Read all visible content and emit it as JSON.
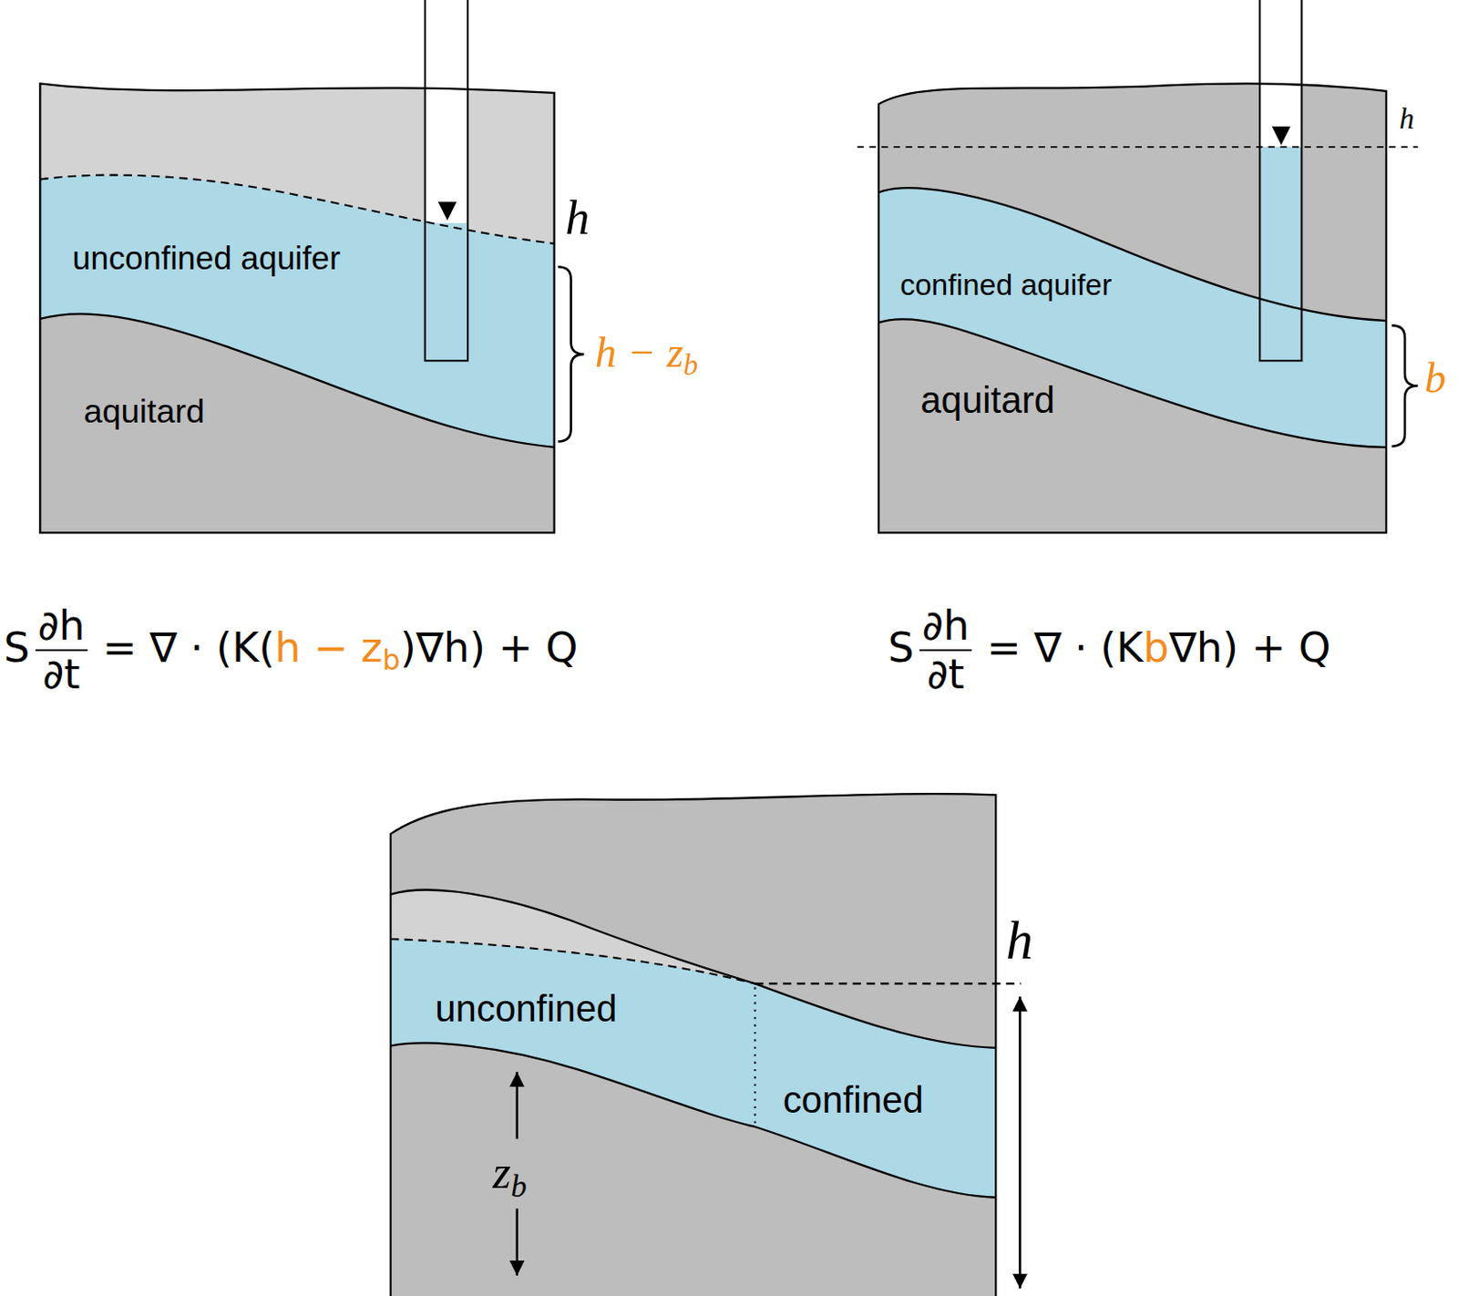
{
  "diagram": {
    "nodes": [
      {
        "text": [
          "unconfined aquifer"
        ]
      },
      {
        "text": [
          "aquitard"
        ]
      },
      {
        "text": [
          "confined aquifer"
        ]
      },
      {
        "text": [
          "aquitard"
        ]
      },
      {
        "text": [
          "unconfined"
        ]
      },
      {
        "text": [
          "confined"
        ]
      }
    ],
    "labels": [
      "h",
      "h − z",
      "b",
      "S",
      "∂h",
      "∂t",
      "= ∇ · (K(",
      "h − z",
      "b",
      ")∇h) + Q",
      "h",
      "b",
      "S",
      "∂h",
      "∂t",
      "= ∇ · (K",
      "b",
      "∇h) + Q",
      "h",
      "z",
      "b"
    ]
  }
}
